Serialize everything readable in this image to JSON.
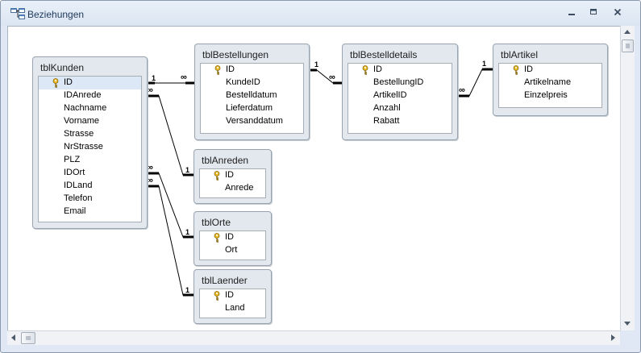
{
  "window": {
    "title": "Beziehungen"
  },
  "tables": {
    "kunden": {
      "title": "tblKunden",
      "fields": [
        "ID",
        "IDAnrede",
        "Nachname",
        "Vorname",
        "Strasse",
        "NrStrasse",
        "PLZ",
        "IDOrt",
        "IDLand",
        "Telefon",
        "Email"
      ],
      "primary_key": "ID"
    },
    "bestellungen": {
      "title": "tblBestellungen",
      "fields": [
        "ID",
        "KundeID",
        "Bestelldatum",
        "Lieferdatum",
        "Versanddatum"
      ],
      "primary_key": "ID"
    },
    "bestelldetails": {
      "title": "tblBestelldetails",
      "fields": [
        "ID",
        "BestellungID",
        "ArtikelID",
        "Anzahl",
        "Rabatt"
      ],
      "primary_key": "ID"
    },
    "artikel": {
      "title": "tblArtikel",
      "fields": [
        "ID",
        "Artikelname",
        "Einzelpreis"
      ],
      "primary_key": "ID"
    },
    "anreden": {
      "title": "tblAnreden",
      "fields": [
        "ID",
        "Anrede"
      ],
      "primary_key": "ID"
    },
    "orte": {
      "title": "tblOrte",
      "fields": [
        "ID",
        "Ort"
      ],
      "primary_key": "ID"
    },
    "laender": {
      "title": "tblLaender",
      "fields": [
        "ID",
        "Land"
      ],
      "primary_key": "ID"
    }
  },
  "relationships": [
    {
      "from": "tblKunden.ID",
      "to": "tblBestellungen.KundeID",
      "one": "1",
      "many": "∞"
    },
    {
      "from": "tblBestellungen.ID",
      "to": "tblBestelldetails.BestellungID",
      "one": "1",
      "many": "∞"
    },
    {
      "from": "tblArtikel.ID",
      "to": "tblBestelldetails.ArtikelID",
      "one": "1",
      "many": "∞"
    },
    {
      "from": "tblAnreden.ID",
      "to": "tblKunden.IDAnrede",
      "one": "1",
      "many": "∞"
    },
    {
      "from": "tblOrte.ID",
      "to": "tblKunden.IDOrt",
      "one": "1",
      "many": "∞"
    },
    {
      "from": "tblLaender.ID",
      "to": "tblKunden.IDLand",
      "one": "1",
      "many": "∞"
    }
  ],
  "labels": {
    "one": "1",
    "many": "∞"
  },
  "colors": {
    "titlebar": "#dbe5f2",
    "table_header": "#e3e8ee",
    "selected_row": "#dce8f6",
    "key_icon": "#e8b923"
  },
  "icons": {
    "app": "relationships-icon",
    "key": "key-icon",
    "minimize": "minimize-icon",
    "restore": "restore-icon",
    "close": "close-icon"
  }
}
